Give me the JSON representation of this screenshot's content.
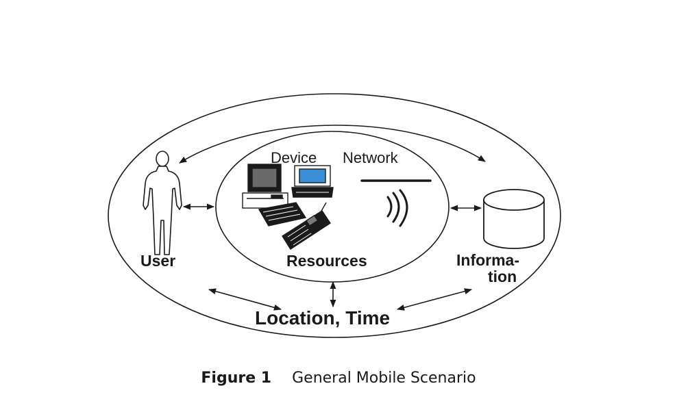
{
  "diagram": {
    "labels": {
      "device": "Device",
      "network": "Network",
      "user": "User",
      "resources": "Resources",
      "information_line1": "Informa-",
      "information_line2": "tion",
      "location_time": "Location, Time"
    },
    "icons": [
      "person-icon",
      "desktop-computer-icon",
      "laptop-icon",
      "mobile-phone-icon",
      "wireless-signal-icon",
      "database-cylinder-icon"
    ]
  },
  "caption": {
    "number": "Figure 1",
    "text": "General Mobile Scenario"
  }
}
